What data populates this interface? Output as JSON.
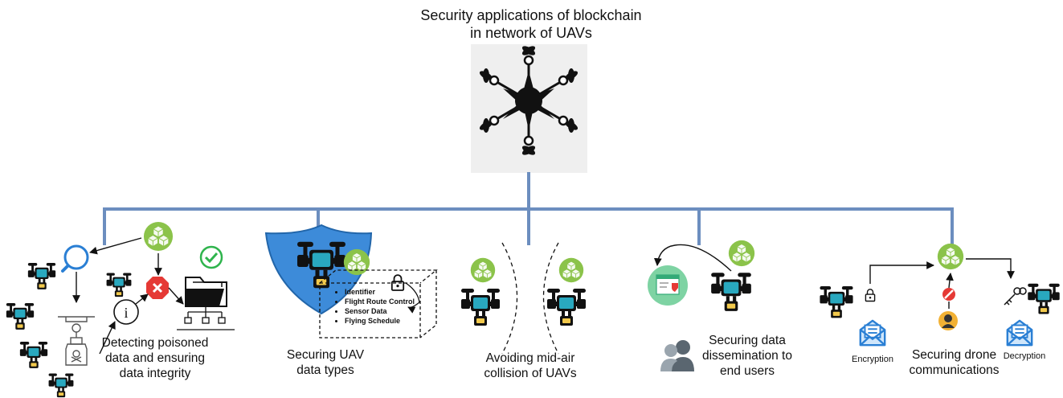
{
  "title": {
    "line1": "Security applications of blockchain",
    "line2": "in network of UAVs"
  },
  "colors": {
    "connector": "#6c8ebf",
    "blockchain_green": "#8bc34a",
    "drone_cyan": "#29a8bf",
    "drone_yellow": "#f2c94c",
    "shield_blue": "#3d8bd9",
    "error_red": "#e53935",
    "check_green": "#2fb44d"
  },
  "branches": {
    "poisoned": {
      "caption_line1": "Detecting poisoned",
      "caption_line2": "data and ensuring",
      "caption_line3": "data integrity",
      "icons": [
        "drone-icon",
        "search-icon",
        "blockchain-icon",
        "error-icon",
        "info-icon",
        "poison-bottle-icon",
        "folder-network-icon",
        "check-icon"
      ]
    },
    "datatypes": {
      "caption_line1": "Securing UAV",
      "caption_line2": "data types",
      "items": [
        "Identifier",
        "Flight Route Control",
        "Sensor Data",
        "Flying Schedule"
      ],
      "icons": [
        "shield-drone-icon",
        "blockchain-icon",
        "lock-icon"
      ]
    },
    "collision": {
      "caption_line1": "Avoiding mid-air",
      "caption_line2": "collision of UAVs",
      "icons": [
        "drone-icon",
        "blockchain-icon"
      ]
    },
    "dissemination": {
      "caption_line1": "Securing data",
      "caption_line2": "dissemination to",
      "caption_line3": "end users",
      "icons": [
        "users-icon",
        "secure-browser-icon",
        "drone-icon",
        "blockchain-icon"
      ]
    },
    "communications": {
      "caption_line1": "Securing drone",
      "caption_line2": "communications",
      "encryption_label": "Encryption",
      "decryption_label": "Decryption",
      "icons": [
        "drone-icon",
        "lock-icon",
        "envelope-icon",
        "blocked-icon",
        "hacker-icon",
        "key-icon",
        "blockchain-icon"
      ]
    }
  }
}
